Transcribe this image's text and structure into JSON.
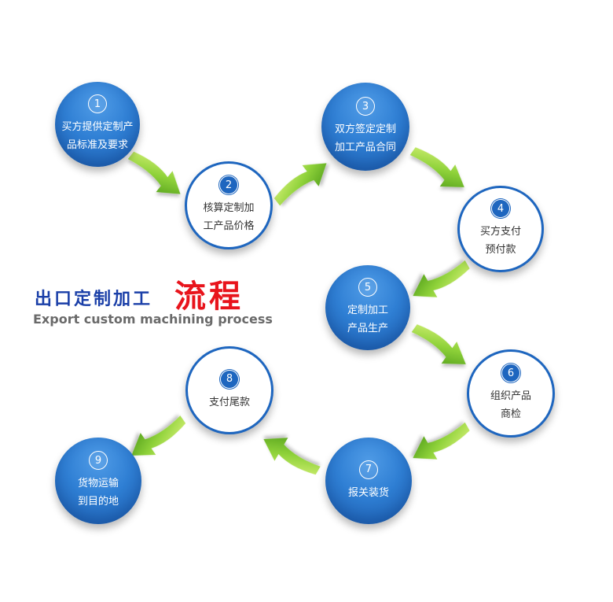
{
  "title": {
    "zh": "出口定制加工",
    "highlight": "流程",
    "en": "Export custom machining process"
  },
  "colors": {
    "circle_blue": "#2f7fd4",
    "border_blue": "#1e66bf",
    "arrow_green": "#8fd23a",
    "title_blue": "#1a3fa8",
    "title_red": "#e8141c"
  },
  "steps": [
    {
      "num": "1",
      "lines": [
        "买方提供定制产",
        "品标准及要求"
      ]
    },
    {
      "num": "2",
      "lines": [
        "核算定制加",
        "工产品价格"
      ]
    },
    {
      "num": "3",
      "lines": [
        "双方签定定制",
        "加工产品合同"
      ]
    },
    {
      "num": "4",
      "lines": [
        "买方支付",
        "预付款"
      ]
    },
    {
      "num": "5",
      "lines": [
        "定制加工",
        "产品生产"
      ]
    },
    {
      "num": "6",
      "lines": [
        "组织产品",
        "商检"
      ]
    },
    {
      "num": "7",
      "lines": [
        "报关装货",
        ""
      ]
    },
    {
      "num": "8",
      "lines": [
        "支付尾款",
        ""
      ]
    },
    {
      "num": "9",
      "lines": [
        "货物运输",
        "到目的地"
      ]
    }
  ]
}
